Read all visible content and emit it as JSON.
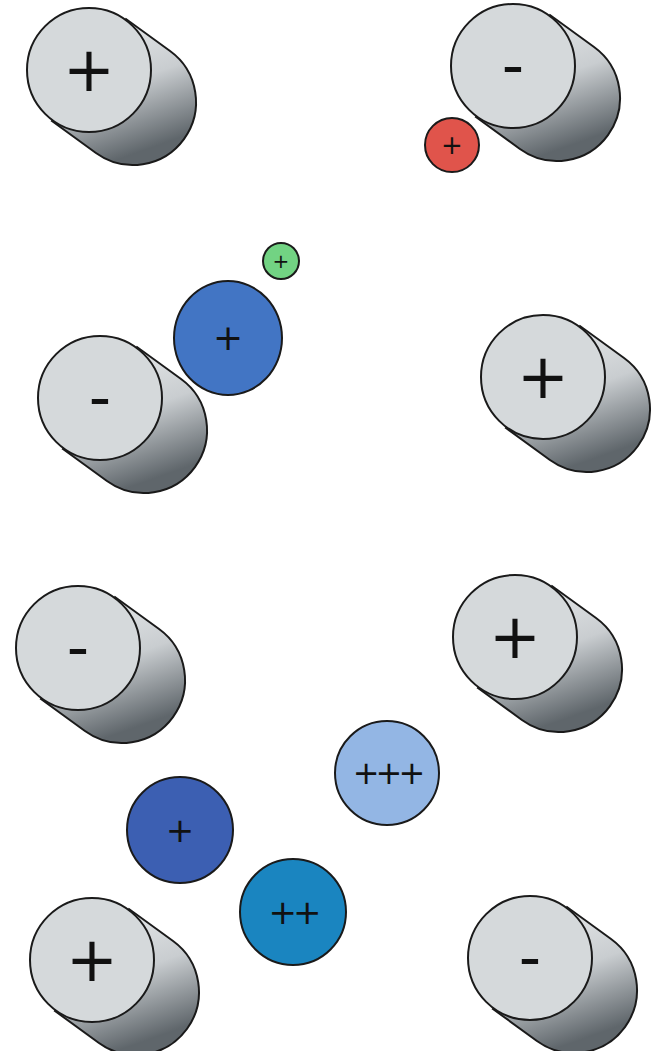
{
  "diagram": {
    "nodes": [
      {
        "text": [
          "+"
        ]
      },
      {
        "text": [
          "-"
        ]
      },
      {
        "text": [
          "+"
        ]
      },
      {
        "text": [
          "+"
        ]
      },
      {
        "text": [
          "+"
        ]
      },
      {
        "text": [
          "-"
        ]
      },
      {
        "text": [
          "+"
        ]
      },
      {
        "text": [
          "-"
        ]
      },
      {
        "text": [
          "+"
        ]
      },
      {
        "text": [
          "+++"
        ]
      },
      {
        "text": [
          "+"
        ]
      },
      {
        "text": [
          "++"
        ]
      },
      {
        "text": [
          "+"
        ]
      },
      {
        "text": [
          "-"
        ]
      }
    ]
  }
}
